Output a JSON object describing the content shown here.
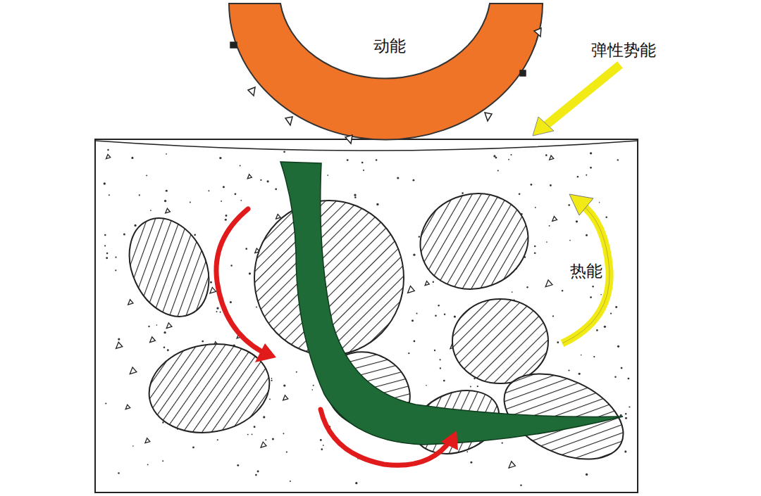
{
  "diagram": {
    "labels": [
      "动能",
      "弹性势能",
      "热能"
    ]
  }
}
